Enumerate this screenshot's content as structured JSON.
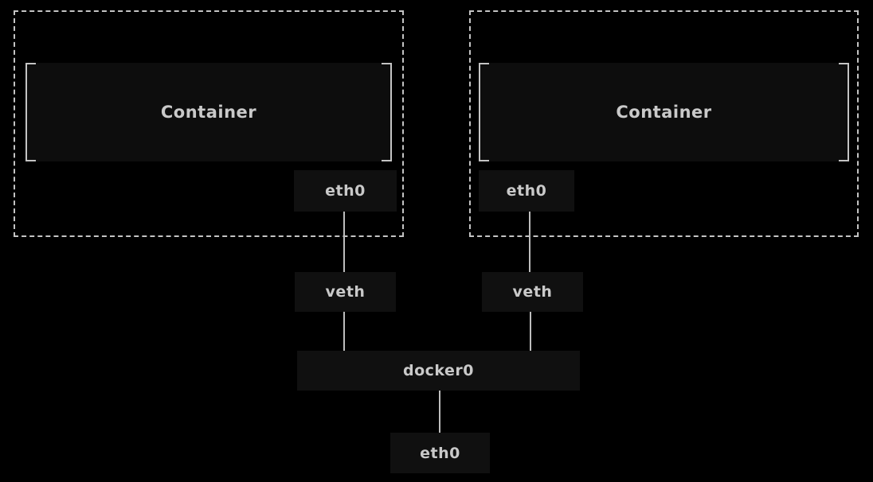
{
  "diagram": {
    "type": "docker-bridge-network-diagram",
    "colors": {
      "background": "#000000",
      "node_fill": "#101010",
      "dashed_border": "#c4c4c4",
      "bracket": "#c4c4c4",
      "text": "#c9c9c9",
      "line": "#bdbdbd"
    },
    "namespace_left": {
      "container": "Container",
      "eth": "eth0"
    },
    "namespace_right": {
      "container": "Container",
      "eth": "eth0"
    },
    "veth_left": "veth",
    "veth_right": "veth",
    "bridge": "docker0",
    "host_eth": "eth0",
    "edges": [
      "namespace_left.eth -> veth_left",
      "namespace_right.eth -> veth_right",
      "veth_left -> bridge",
      "veth_right -> bridge",
      "bridge -> host_eth"
    ]
  }
}
